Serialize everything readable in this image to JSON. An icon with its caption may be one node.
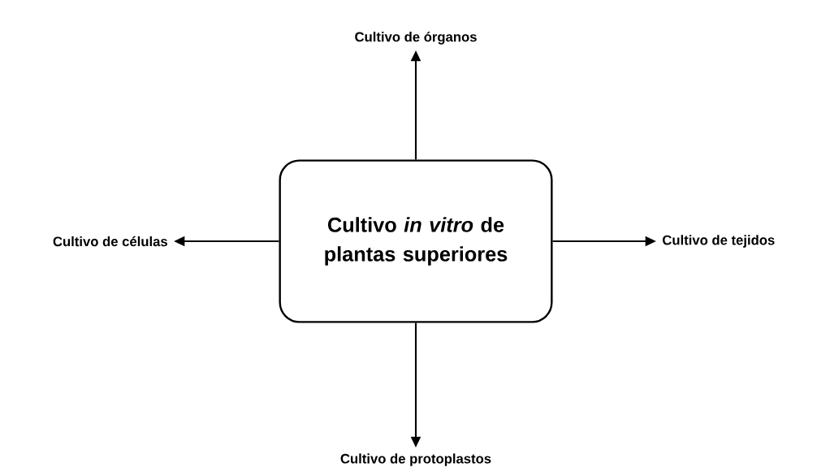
{
  "diagram": {
    "nodes": [
      {
        "text": [
          "Cultivo de órganos"
        ]
      },
      {
        "text": [
          "Cultivo de células"
        ]
      },
      {
        "text": [
          "Cultivo *in vitro* de plantas superiores"
        ]
      },
      {
        "text": [
          "Cultivo de tejidos"
        ]
      },
      {
        "text": [
          "Cultivo de protoplastos"
        ]
      }
    ],
    "edges": [
      {
        "from": 2,
        "to": 0,
        "arrow": "to"
      },
      {
        "from": 2,
        "to": 1,
        "arrow": "to"
      },
      {
        "from": 2,
        "to": 3,
        "arrow": "to"
      },
      {
        "from": 2,
        "to": 4,
        "arrow": "to"
      }
    ]
  }
}
